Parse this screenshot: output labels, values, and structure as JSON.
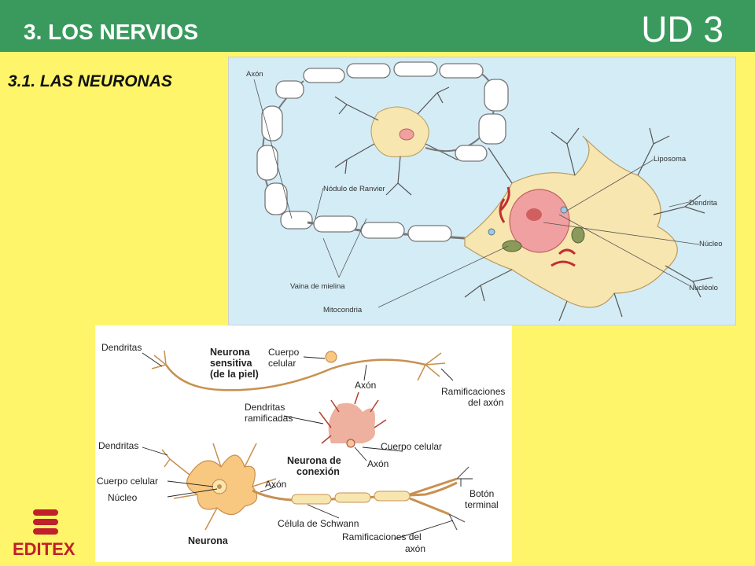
{
  "header": {
    "title": "3. LOS NERVIOS",
    "unit": "UD 3"
  },
  "section": {
    "subtitle": "3.1. LAS NEURONAS"
  },
  "figure1": {
    "labels": {
      "axon": "Axón",
      "ranvier": "Nódulo de Ranvier",
      "myelin": "Vaina de mielina",
      "mito": "Mitocondria",
      "liposoma": "Liposoma",
      "dendrita": "Dendrita",
      "nucleo": "Núcleo",
      "nucleolo": "Nucléolo"
    }
  },
  "figure2": {
    "labels": {
      "dendritas_top": "Dendritas",
      "sensory_l1": "Neurona",
      "sensory_l2": "sensitiva",
      "sensory_l3": "(de la piel)",
      "cuerpo_l1": "Cuerpo",
      "cuerpo_l2": "celular",
      "axon_top": "Axón",
      "ramif_l1": "Ramificaciones",
      "ramif_l2": "del axón",
      "dend_ram_l1": "Dendritas",
      "dend_ram_l2": "ramificadas",
      "dendritas_mid": "Dendritas",
      "cuerpo_celular_conn": "Cuerpo celular",
      "conn_l1": "Neurona de",
      "conn_l2": "conexión",
      "axon_conn": "Axón",
      "cuerpo_celular_motor": "Cuerpo celular",
      "nucleo": "Núcleo",
      "axon_motor": "Axón",
      "boton_l1": "Botón",
      "boton_l2": "terminal",
      "schwann": "Célula de Schwann",
      "ramif_bot_l1": "Ramificaciones del",
      "ramif_bot_l2": "axón",
      "neurona": "Neurona"
    }
  },
  "logo": {
    "text": "EDITEX",
    "color": "#c0202a"
  },
  "colors": {
    "header_bg": "#3a9a5e",
    "page_bg": "#fef56a",
    "cell_fill": "#f8e6b0",
    "nucleus_fill": "#f0a0a0"
  }
}
